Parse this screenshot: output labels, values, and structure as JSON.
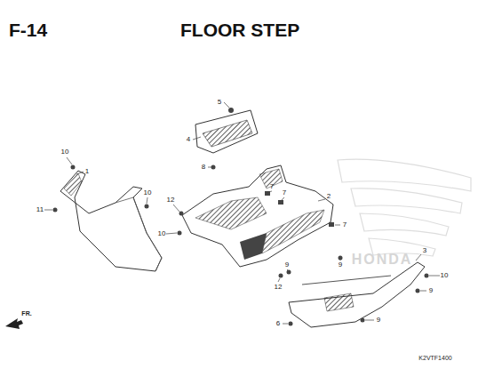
{
  "diagram": {
    "title": "FLOOR STEP",
    "labels": [
      "F-14",
      "5",
      "4",
      "8",
      "10",
      "1",
      "11",
      "10",
      "12",
      "10",
      "7",
      "7",
      "2",
      "7",
      "3",
      "9",
      "10",
      "9",
      "9",
      "12",
      "9",
      "6",
      "FR.",
      "K2VTF1400",
      "HONDA"
    ]
  }
}
